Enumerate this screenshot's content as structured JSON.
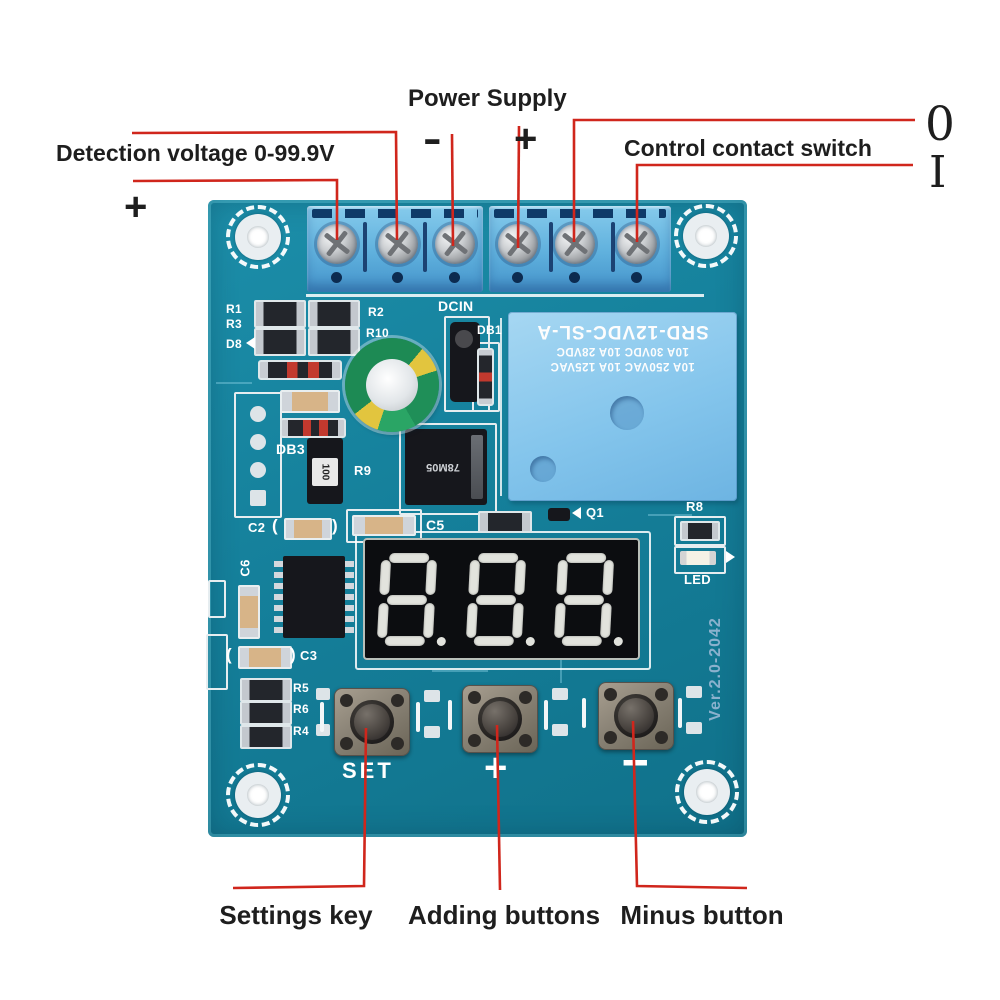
{
  "page": {
    "background": "#ffffff"
  },
  "annotations": {
    "power_supply": "Power Supply",
    "power_minus": "-",
    "power_plus": "+",
    "detection_voltage": "Detection voltage 0-99.9V",
    "detection_plus": "+",
    "control_contact": "Control contact switch",
    "contact_off": "0",
    "contact_on": "I",
    "settings_key": "Settings key",
    "adding_buttons": "Adding buttons",
    "minus_button": "Minus button"
  },
  "board": {
    "silkscreen": {
      "r1": "R1",
      "r3": "R3",
      "d8": "D8",
      "r2": "R2",
      "r10": "R10",
      "dcin": "DCIN",
      "db1": "DB1",
      "db3": "DB3",
      "r9": "R9",
      "c2": "C2",
      "c5": "C5",
      "c6": "C6",
      "c3": "C3",
      "r5": "R5",
      "r6": "R6",
      "r4": "R4",
      "q1": "Q1",
      "r8": "R8",
      "led": "LED",
      "inductor": "100",
      "set_key": "SET",
      "plus_key": "+",
      "minus_key": "-",
      "version": "Ver.2.0-2042",
      "paren_open": "(",
      "paren_close": ")"
    },
    "relay": {
      "rating_ac": "10A 250VAC  10A 125VAC",
      "rating_dc": "10A 30VDC  10A 28VDC",
      "model": "SRD-12VDC-SL-A"
    },
    "regulator_marking": "78M05",
    "display_value": "888"
  },
  "colors": {
    "pcb": "#15809b",
    "terminal_block": "#5fb0dd",
    "relay_body": "#85c6ec",
    "leader_line": "#d0261c",
    "annotation_text": "#1e1e1e",
    "silkscreen": "#ffffff",
    "display_face": "#0c0d10",
    "display_segment": "#e2e3dd"
  }
}
